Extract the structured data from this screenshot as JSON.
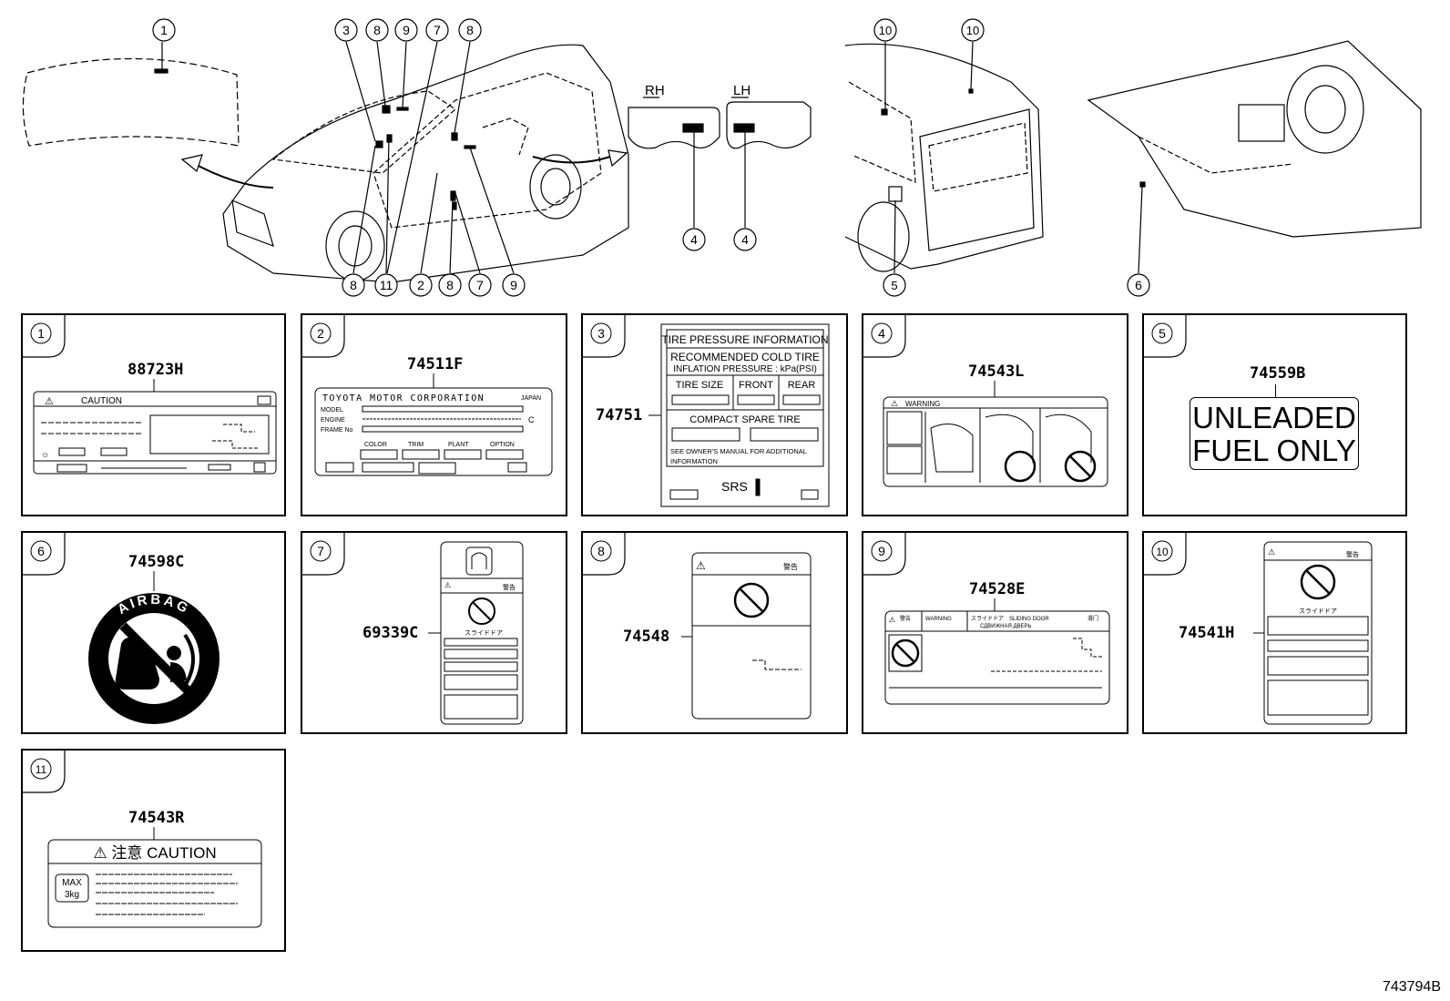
{
  "figure_number": "743794B",
  "overview": {
    "callouts_front": [
      "1",
      "3",
      "8",
      "9",
      "7",
      "8"
    ],
    "callouts_bottom": [
      "8",
      "11",
      "2",
      "8",
      "7",
      "9"
    ],
    "side_rh": "RH",
    "side_lh": "LH",
    "callout_rh": "4",
    "callout_lh": "4",
    "callouts_rear": [
      "10",
      "10",
      "5"
    ],
    "callout_dash": "6"
  },
  "panels": [
    {
      "num": "1",
      "code": "88723H",
      "label": {
        "caution": "CAUTION"
      }
    },
    {
      "num": "2",
      "code": "74511F",
      "label": {
        "maker": "TOYOTA MOTOR CORPORATION",
        "country": "JAPAN",
        "model": "MODEL",
        "engine": "ENGINE",
        "frame": "FRAME No",
        "color": "COLOR",
        "trim": "TRIM",
        "plant": "PLANT",
        "option": "OPTION",
        "mark": "C"
      }
    },
    {
      "num": "3",
      "code": "74751",
      "label": {
        "title": "TIRE PRESSURE INFORMATION",
        "line1": "RECOMMENDED COLD TIRE",
        "line2": "INFLATION PRESSURE : kPa(PSI)",
        "col1": "TIRE SIZE",
        "col2": "FRONT",
        "col3": "REAR",
        "spare": "COMPACT SPARE TIRE",
        "note1": "SEE OWNER'S MANUAL FOR ADDITIONAL",
        "note2": "INFORMATION",
        "srs": "SRS"
      }
    },
    {
      "num": "4",
      "code": "74543L",
      "label": {
        "warning": "WARNING"
      }
    },
    {
      "num": "5",
      "code": "74559B",
      "label": {
        "line1": "UNLEADED",
        "line2": "FUEL ONLY"
      }
    },
    {
      "num": "6",
      "code": "74598C",
      "label": {
        "text": "AIRBAG"
      }
    },
    {
      "num": "7",
      "code": "69339C",
      "label": {
        "jp": "警告",
        "door": "スライドドア"
      }
    },
    {
      "num": "8",
      "code": "74548",
      "label": {
        "jp": "警告"
      }
    },
    {
      "num": "9",
      "code": "74528E",
      "label": {
        "jp1": "警告",
        "warning": "WARNING",
        "jp2": "スライドドア",
        "sliding": "SLIDING DOOR",
        "ru": "СДВИЖНАЯ ДВЕРЬ",
        "jp3": "滑门"
      }
    },
    {
      "num": "10",
      "code": "74541H",
      "label": {
        "jp": "警告",
        "door": "スライドドア"
      }
    },
    {
      "num": "11",
      "code": "74543R",
      "label": {
        "title": "⚠ 注意 CAUTION",
        "max": "MAX",
        "kg": "3kg"
      }
    }
  ]
}
